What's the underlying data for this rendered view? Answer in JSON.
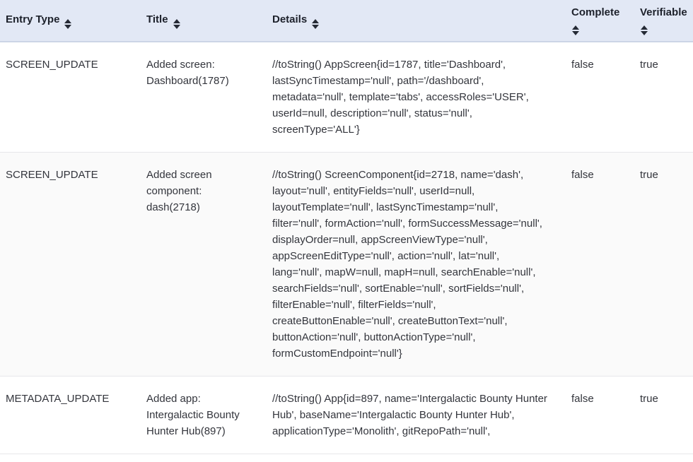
{
  "colors": {
    "header_bg": "#e2e8f5",
    "header_border": "#ccd5e6",
    "row_divider": "#e7e7ea",
    "alt_row_bg": "#fafafa",
    "text": "#33353c",
    "header_text": "#1d212b"
  },
  "table": {
    "columns": [
      {
        "label": "Entry Type",
        "sort_icon": "sort-arrows-icon"
      },
      {
        "label": "Title",
        "sort_icon": "sort-arrows-icon"
      },
      {
        "label": "Details",
        "sort_icon": "sort-arrows-icon"
      },
      {
        "label": "Complete",
        "sort_icon": "sort-arrows-icon"
      },
      {
        "label": "Verifiable",
        "sort_icon": "sort-arrows-icon"
      }
    ],
    "rows": [
      {
        "entry_type": "SCREEN_UPDATE",
        "title": "Added screen: Dashboard(1787)",
        "details": "//toString() AppScreen{id=1787, title='Dashboard', lastSyncTimestamp='null', path='/dashboard', metadata='null', template='tabs', accessRoles='USER', userId=null, description='null', status='null', screenType='ALL'}",
        "complete": "false",
        "verifiable": "true"
      },
      {
        "entry_type": "SCREEN_UPDATE",
        "title": "Added screen component: dash(2718)",
        "details": "//toString() ScreenComponent{id=2718, name='dash', layout='null', entityFields='null', userId=null, layoutTemplate='null', lastSyncTimestamp='null', filter='null', formAction='null', formSuccessMessage='null', displayOrder=null, appScreenViewType='null', appScreenEditType='null', action='null', lat='null', lang='null', mapW=null, mapH=null, searchEnable='null', searchFields='null', sortEnable='null', sortFields='null', filterEnable='null', filterFields='null', createButtonEnable='null', createButtonText='null', buttonAction='null', buttonActionType='null', formCustomEndpoint='null'}",
        "complete": "false",
        "verifiable": "true"
      },
      {
        "entry_type": "METADATA_UPDATE",
        "title": "Added app: Intergalactic Bounty Hunter Hub(897)",
        "details": "//toString() App{id=897, name='Intergalactic Bounty Hunter Hub', baseName='Intergalactic Bounty Hunter Hub', applicationType='Monolith', gitRepoPath='null',",
        "complete": "false",
        "verifiable": "true"
      }
    ]
  }
}
